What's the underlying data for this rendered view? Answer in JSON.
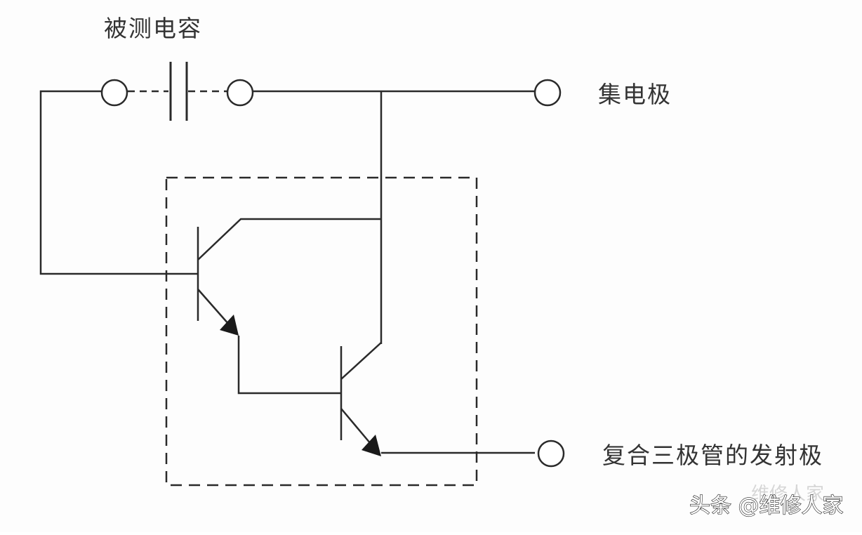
{
  "diagram": {
    "labels": {
      "capacitor": "被测电容",
      "collector": "集电极",
      "emitter": "复合三极管的发射极"
    },
    "components": [
      {
        "type": "capacitor",
        "label": "被测电容"
      },
      {
        "type": "npn-transistor",
        "role": "first stage"
      },
      {
        "type": "npn-transistor",
        "role": "second stage"
      },
      {
        "type": "terminal",
        "label": "集电极"
      },
      {
        "type": "terminal",
        "label": "复合三极管的发射极"
      }
    ]
  },
  "watermark": {
    "text": "头条 @维修人家",
    "faint_text": "维修人家"
  },
  "colors": {
    "line": "#2a2a2a",
    "text": "#333333",
    "background": "#fdfdfd"
  }
}
